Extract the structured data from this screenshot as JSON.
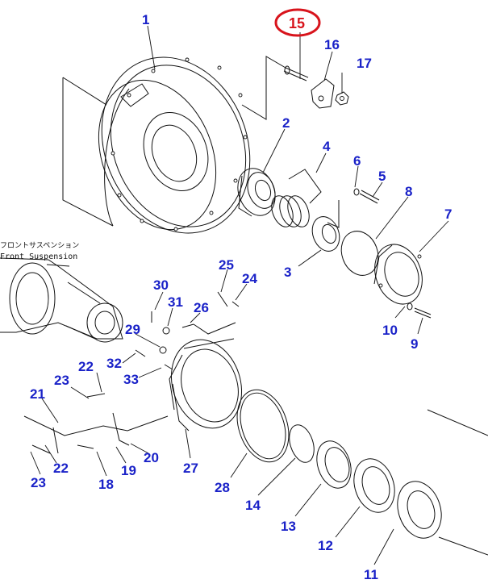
{
  "caption": {
    "japanese": "フロントサスペンション",
    "english": "Front Suspension"
  },
  "highlight": {
    "part": "15",
    "color": "#d8141c"
  },
  "label_color": "#1a22c8",
  "parts": {
    "p1": "1",
    "p2": "2",
    "p3": "3",
    "p4": "4",
    "p5": "5",
    "p6": "6",
    "p7": "7",
    "p8": "8",
    "p9": "9",
    "p10": "10",
    "p11": "11",
    "p12": "12",
    "p13": "13",
    "p14": "14",
    "p15": "15",
    "p16": "16",
    "p17": "17",
    "p18": "18",
    "p19": "19",
    "p20": "20",
    "p21": "21",
    "p22a": "22",
    "p22b": "22",
    "p23a": "23",
    "p23b": "23",
    "p24": "24",
    "p25": "25",
    "p26": "26",
    "p27": "27",
    "p28": "28",
    "p29": "29",
    "p30": "30",
    "p31": "31",
    "p32": "32",
    "p33": "33"
  }
}
